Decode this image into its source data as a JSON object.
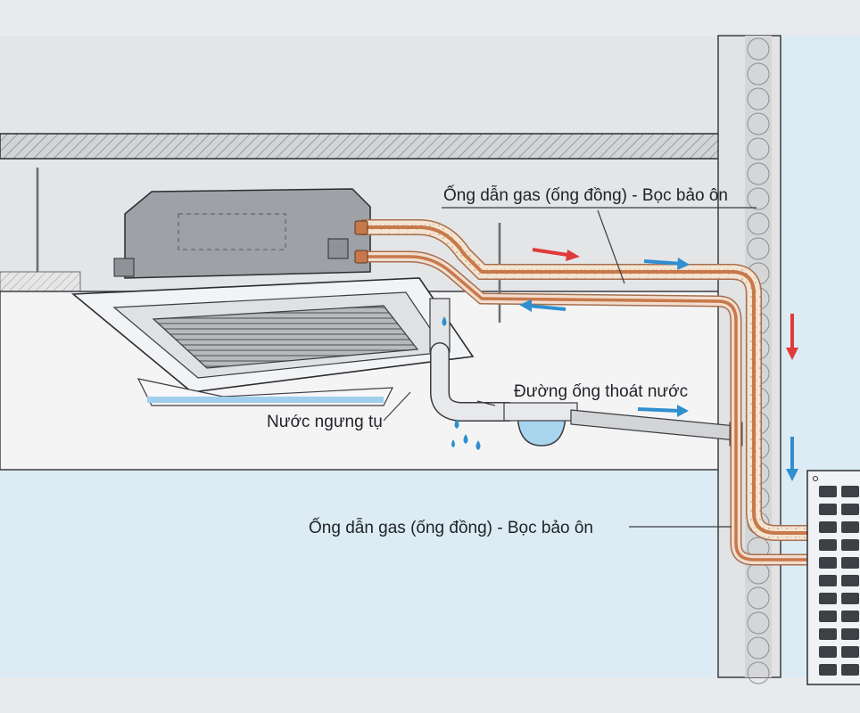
{
  "labels": {
    "gas_pipe_top": "Ống dẫn gas (ống đồng) - Bọc bảo ôn",
    "drain_line": "Đường ống thoát nước",
    "condensate": "Nước ngưng tụ",
    "gas_pipe_bottom": "Ống dẫn gas (ống đồng) - Bọc bảo ôn"
  },
  "colors": {
    "copper": "#c8784a",
    "insulation": "#f3e2cf",
    "arrow_hot": "#e03a3a",
    "arrow_cold": "#2f8fd0",
    "water": "#8fc6e8",
    "sky": "#dcebf4"
  },
  "icons": {
    "flow_arrow_red": "arrow-right-red-icon",
    "flow_arrow_blue": "arrow-blue-icon",
    "water_drop": "water-drop-icon"
  }
}
